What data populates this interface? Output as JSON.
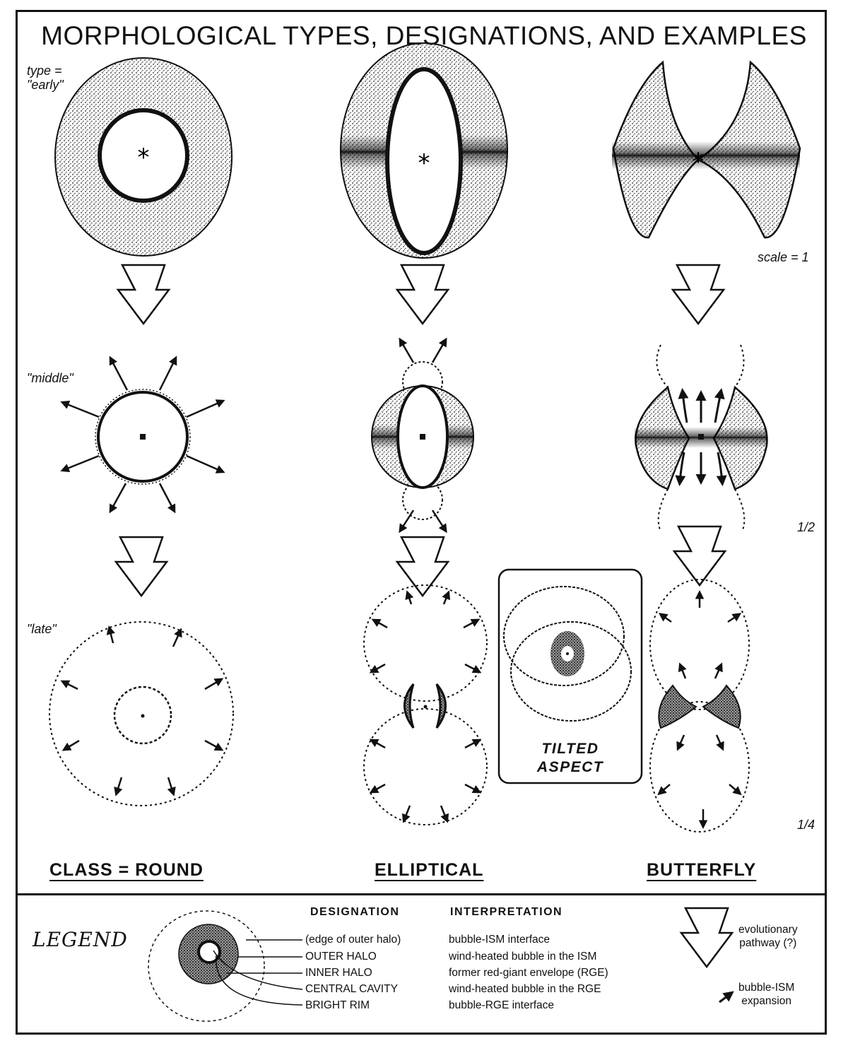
{
  "title": "MORPHOLOGICAL TYPES, DESIGNATIONS, AND EXAMPLES",
  "stages": {
    "early": "type =\n\"early\"",
    "middle": "\"middle\"",
    "late": "\"late\""
  },
  "scales": {
    "s1": "scale = 1",
    "s2": "1/2",
    "s4": "1/4"
  },
  "classes": {
    "round": "CLASS = ROUND",
    "elliptical": "ELLIPTICAL",
    "butterfly": "BUTTERFLY"
  },
  "tilted": "TILTED\nASPECT",
  "legend": {
    "word": "LEGEND",
    "designation_header": "DESIGNATION",
    "interpretation_header": "INTERPRETATION",
    "rows": [
      {
        "designation": "(edge of outer halo)",
        "interpretation": "bubble-ISM  interface"
      },
      {
        "designation": "OUTER HALO",
        "interpretation": "wind-heated bubble in the ISM"
      },
      {
        "designation": "INNER HALO",
        "interpretation": "former red-giant envelope (RGE)"
      },
      {
        "designation": "CENTRAL CAVITY",
        "interpretation": "wind-heated bubble in the RGE"
      },
      {
        "designation": "BRIGHT RIM",
        "interpretation": "bubble-RGE interface"
      }
    ],
    "pathway_note": "evolutionary\npathway (?)",
    "expansion_note": "bubble-ISM\nexpansion"
  }
}
